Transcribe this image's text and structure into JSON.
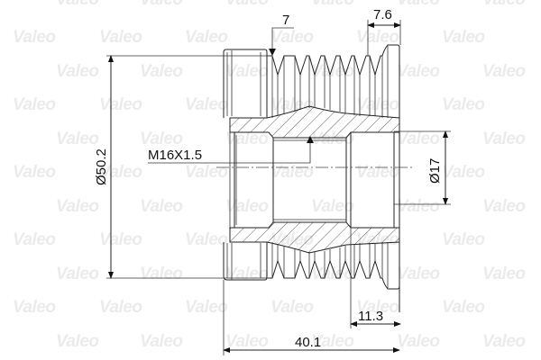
{
  "drawing": {
    "subject": "alternator pulley technical drawing",
    "watermark_text": "Valeo",
    "colors": {
      "line": "#222222",
      "watermark": "#ebebeb",
      "background": "#ffffff"
    }
  },
  "dimensions": {
    "outer_diameter": "Ø50.2",
    "thread": "M16X1.5",
    "bore_diameter": "Ø17",
    "groove_pitch": "7",
    "flange_width": "7.6",
    "hub_length": "11.3",
    "overall_length": "40.1"
  }
}
